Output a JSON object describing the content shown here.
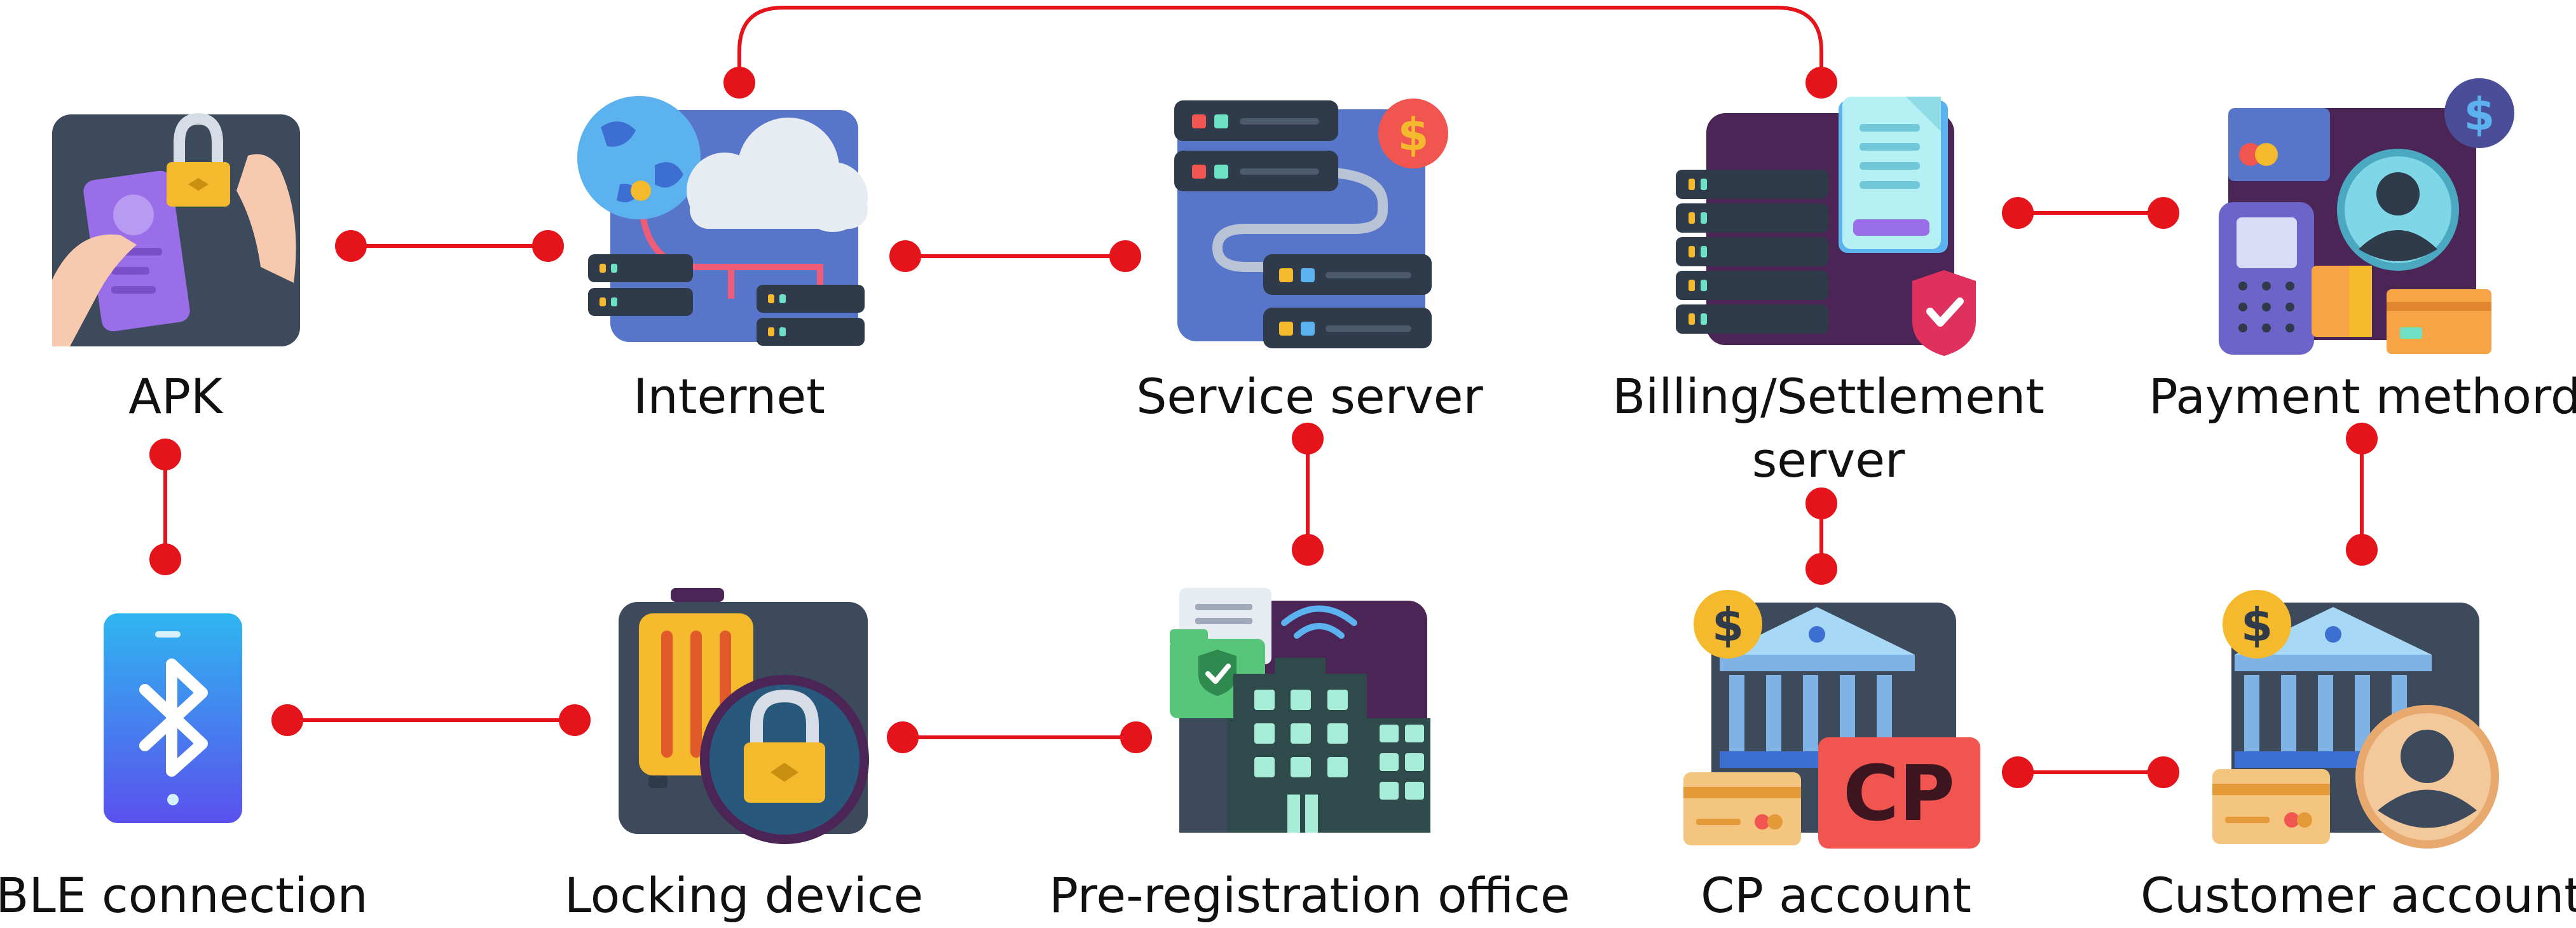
{
  "nodes": [
    {
      "id": "apk",
      "label": "APK",
      "icon": "phone-unlock-icon"
    },
    {
      "id": "internet",
      "label": "Internet",
      "icon": "globe-cloud-network-icon"
    },
    {
      "id": "service",
      "label": "Service server",
      "icon": "server-dollar-icon"
    },
    {
      "id": "billing",
      "label_line1": "Billing/Settlement",
      "label_line2": "server",
      "icon": "billing-server-icon"
    },
    {
      "id": "payment",
      "label": "Payment methord",
      "icon": "payment-terminal-icon"
    },
    {
      "id": "ble",
      "label": "BLE connection",
      "icon": "bluetooth-phone-icon"
    },
    {
      "id": "locking",
      "label": "Locking device",
      "icon": "luggage-padlock-icon"
    },
    {
      "id": "prereg",
      "label": "Pre-registration office",
      "icon": "office-building-icon"
    },
    {
      "id": "cp",
      "label": "CP account",
      "icon": "bank-cp-icon"
    },
    {
      "id": "customer",
      "label": "Customer account",
      "icon": "bank-user-icon"
    }
  ],
  "colors": {
    "connector": "#e5141b",
    "tile": "#3d4a5c",
    "violet": "#9a6ee8",
    "gold": "#f4b92c",
    "blue": "#5876c9",
    "teal": "#6ee0c4",
    "coral": "#f0564f",
    "purple": "#4a2556"
  }
}
